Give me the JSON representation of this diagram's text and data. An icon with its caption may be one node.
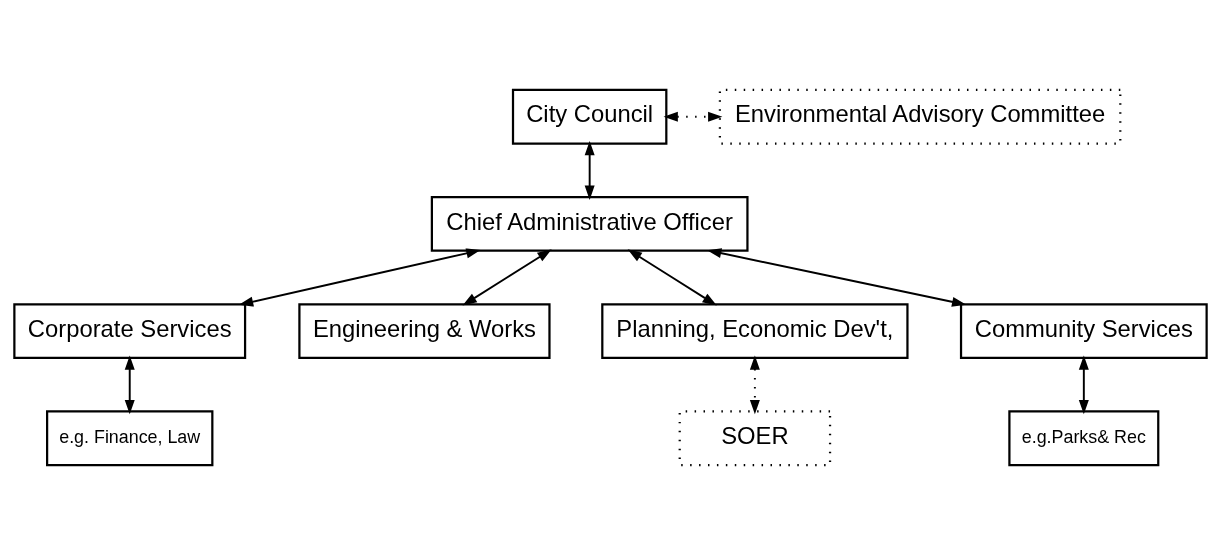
{
  "diagram": {
    "nodes": [
      {
        "text": [
          "City Council"
        ]
      },
      {
        "text": [
          "Environmental Advisory Committee"
        ]
      },
      {
        "text": [
          "Chief Administrative Officer"
        ]
      },
      {
        "text": [
          "Corporate Services"
        ]
      },
      {
        "text": [
          "Engineering & Works"
        ]
      },
      {
        "text": [
          "Planning, Economic Dev't,"
        ]
      },
      {
        "text": [
          "Community Services"
        ]
      },
      {
        "text": [
          "e.g. Finance, Law"
        ]
      },
      {
        "text": [
          "SOER"
        ]
      },
      {
        "text": [
          "e.g.Parks& Rec"
        ]
      }
    ],
    "edges": [
      {
        "from": 0,
        "to": 1,
        "arrow": "both",
        "style": "dashed"
      },
      {
        "from": 0,
        "to": 2,
        "arrow": "both"
      },
      {
        "from": 2,
        "to": 3,
        "arrow": "both"
      },
      {
        "from": 2,
        "to": 4,
        "arrow": "both"
      },
      {
        "from": 2,
        "to": 5,
        "arrow": "both"
      },
      {
        "from": 2,
        "to": 6,
        "arrow": "both"
      },
      {
        "from": 3,
        "to": 7,
        "arrow": "both"
      },
      {
        "from": 5,
        "to": 8,
        "arrow": "both",
        "style": "dashed"
      },
      {
        "from": 6,
        "to": 9,
        "arrow": "both"
      }
    ]
  }
}
